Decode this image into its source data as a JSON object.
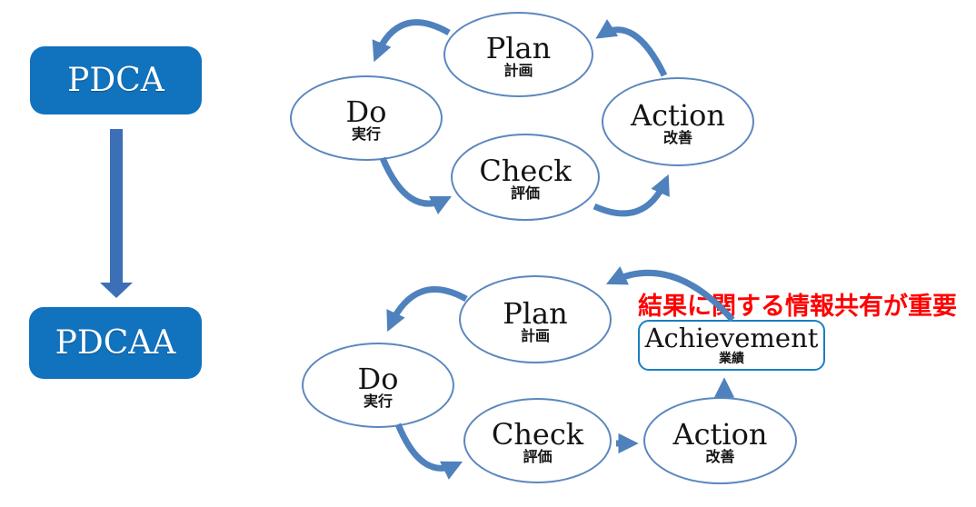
{
  "pdca": {
    "label": "PDCA",
    "nodes": [
      {
        "en": "Plan",
        "ja": "計画"
      },
      {
        "en": "Do",
        "ja": "実行"
      },
      {
        "en": "Check",
        "ja": "評価"
      },
      {
        "en": "Action",
        "ja": "改善"
      }
    ]
  },
  "pdcaa": {
    "label": "PDCAA",
    "nodes": [
      {
        "en": "Plan",
        "ja": "計画"
      },
      {
        "en": "Do",
        "ja": "実行"
      },
      {
        "en": "Check",
        "ja": "評価"
      },
      {
        "en": "Action",
        "ja": "改善"
      },
      {
        "en": "Achievement",
        "ja": "業績"
      }
    ],
    "annotation": "結果に関する情報共有が重要"
  },
  "colors": {
    "title_box_blue": "#1172be",
    "ellipse_border_blue": "#5b87bd",
    "achievement_border_blue": "#1a7fc1",
    "cycle_arrow_blue": "#4f81bd",
    "transition_arrow_blue": "#3c6fb6",
    "annotation_red": "#ff0000",
    "text_black": "#141414",
    "background": "#ffffff"
  }
}
